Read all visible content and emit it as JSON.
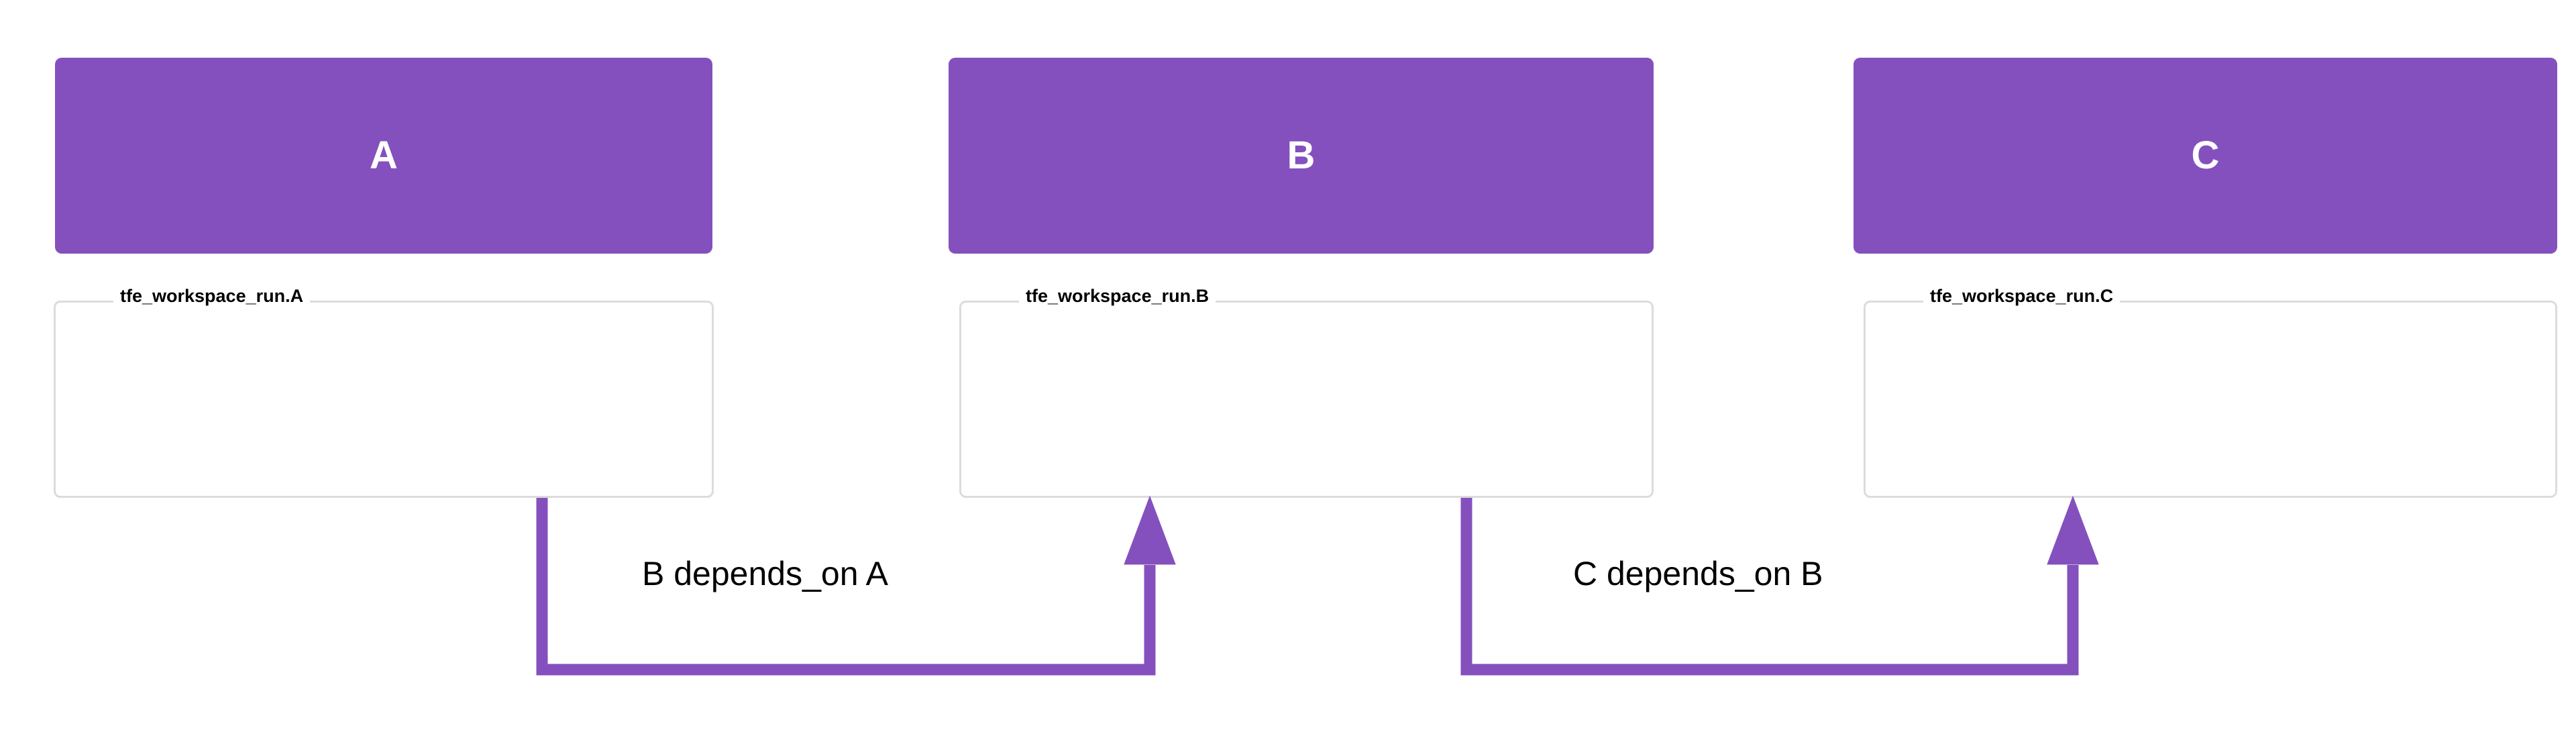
{
  "graph": {
    "title": "tfe workspace run dependency graph",
    "background_color": "#ffffff",
    "node_fill_color": "#8450be",
    "node_text_color": "#ffffff",
    "cluster_border_color": "#dcdcdc",
    "edge_color": "#8450be",
    "label_text_color": "#000000"
  },
  "clusters": [
    {
      "id": "cluster-a",
      "label": "tfe_workspace_run.A"
    },
    {
      "id": "cluster-b",
      "label": "tfe_workspace_run.B"
    },
    {
      "id": "cluster-c",
      "label": "tfe_workspace_run.C"
    }
  ],
  "nodes": [
    {
      "id": "node-a",
      "label": "A"
    },
    {
      "id": "node-b",
      "label": "B"
    },
    {
      "id": "node-c",
      "label": "C"
    }
  ],
  "edges": [
    {
      "id": "edge-b-depends-on-a",
      "label": "B depends_on A",
      "from": "A",
      "to": "B"
    },
    {
      "id": "edge-c-depends-on-b",
      "label": "C depends_on B",
      "from": "B",
      "to": "C"
    }
  ]
}
